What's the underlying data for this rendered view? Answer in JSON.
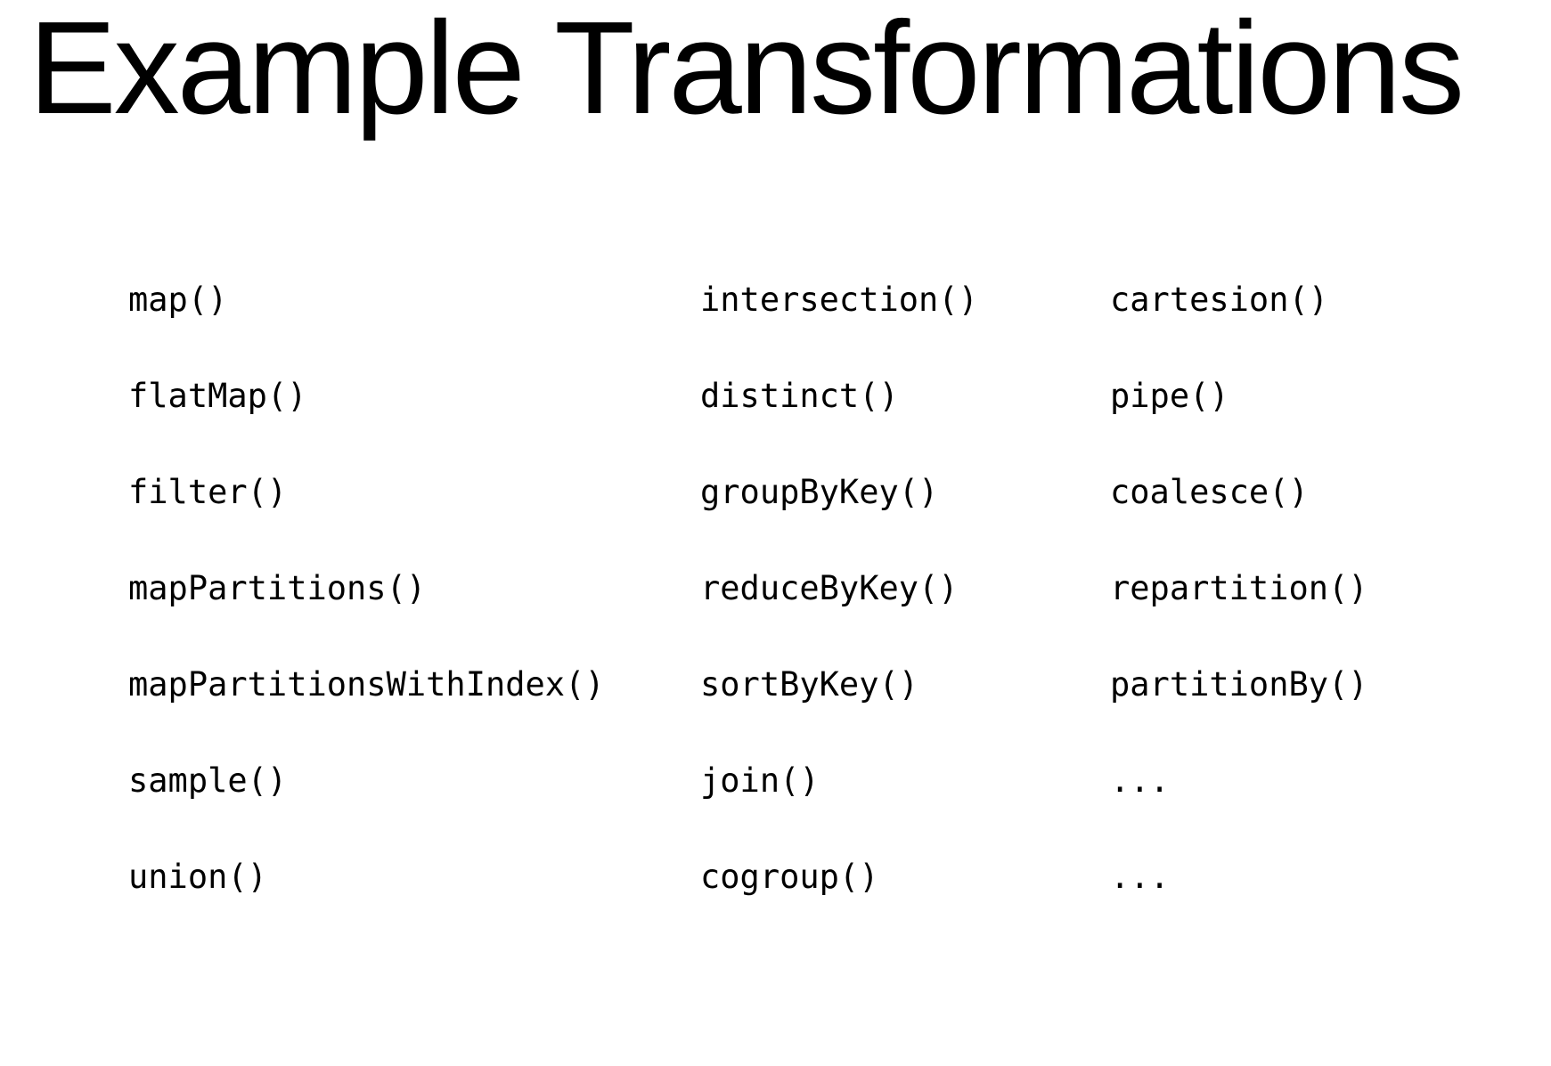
{
  "title": "Example Transformations",
  "columns": [
    [
      "map()",
      "flatMap()",
      "filter()",
      "mapPartitions()",
      "mapPartitionsWithIndex()",
      "sample()",
      "union()"
    ],
    [
      "intersection()",
      "distinct()",
      "groupByKey()",
      "reduceByKey()",
      "sortByKey()",
      "join()",
      "cogroup()"
    ],
    [
      "cartesion()",
      "pipe()",
      "coalesce()",
      "repartition()",
      "partitionBy()",
      "...",
      "..."
    ]
  ]
}
